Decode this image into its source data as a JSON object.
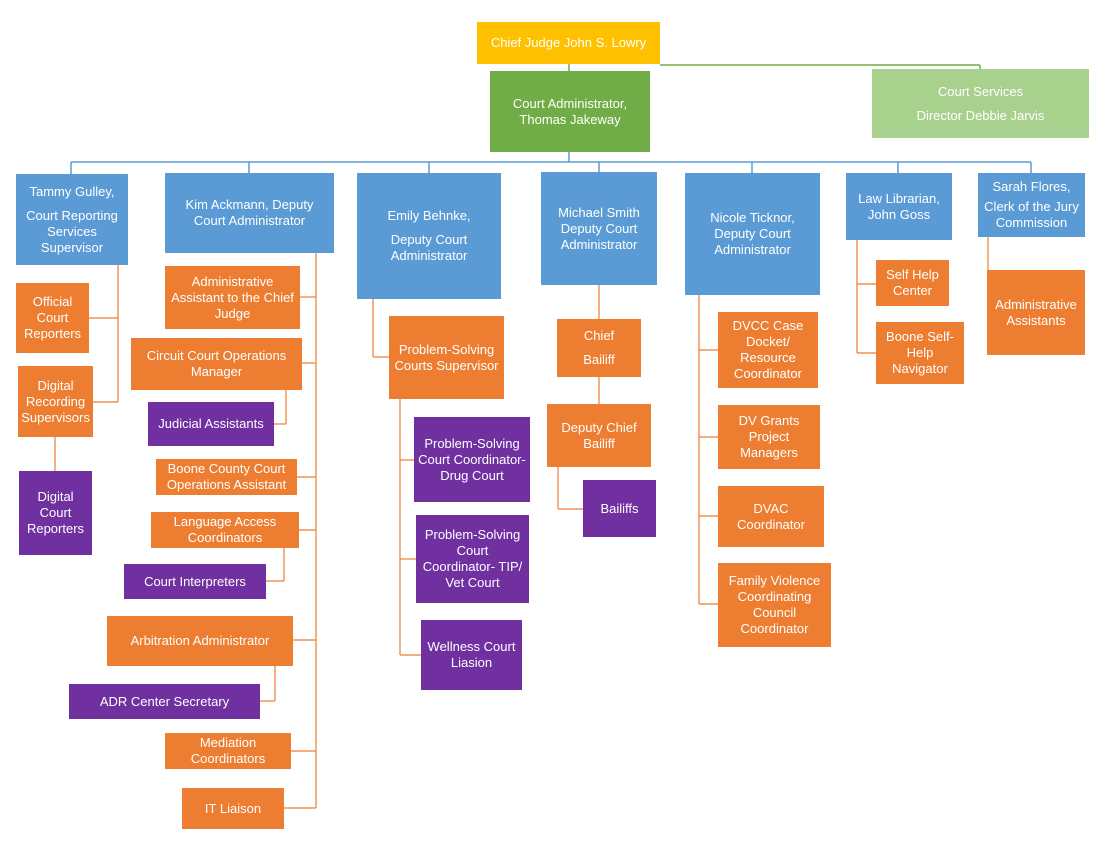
{
  "colors": {
    "gold": "#ffc000",
    "green": "#70ad47",
    "light_green": "#a9d18e",
    "blue": "#5b9bd5",
    "orange": "#ed7d31",
    "purple": "#7030a0",
    "line_blue": "#5b9bd5",
    "line_orange": "#ed7d31",
    "line_green": "#70ad47"
  },
  "top": {
    "chief_judge": "Chief Judge John S. Lowry",
    "court_administrator": [
      "Court Administrator,",
      "Thomas Jakeway"
    ],
    "court_services": [
      "Court Services",
      "Director Debbie Jarvis"
    ]
  },
  "tammy": {
    "head": [
      "Tammy Gulley,",
      "Court Reporting Services Supervisor"
    ],
    "official_court_reporters": "Official Court Reporters",
    "digital_recording_supervisors": "Digital Recording Supervisors",
    "digital_court_reporters": "Digital Court Reporters"
  },
  "kim": {
    "head": "Kim Ackmann, Deputy Court Administrator",
    "admin_assistant": "Administrative Assistant to the Chief Judge",
    "circuit_ops_manager": "Circuit Court Operations Manager",
    "judicial_assistants": "Judicial Assistants",
    "boone_ops_assistant": "Boone County Court Operations Assistant",
    "language_access": "Language Access Coordinators",
    "court_interpreters": "Court Interpreters",
    "arbitration_admin": "Arbitration Administrator",
    "adr_secretary": "ADR Center Secretary",
    "mediation": "Mediation Coordinators",
    "it_liaison": "IT Liaison"
  },
  "emily": {
    "head": [
      "Emily Behnke,",
      "Deputy Court Administrator"
    ],
    "psc_supervisor": "Problem-Solving Courts Supervisor",
    "drug_court": "Problem-Solving Court Coordinator- Drug Court",
    "tip_vet": "Problem-Solving Court Coordinator- TIP/ Vet Court",
    "wellness": "Wellness Court Liasion"
  },
  "michael": {
    "head": "Michael Smith Deputy Court Administrator",
    "chief_bailiff": [
      "Chief",
      "Bailiff"
    ],
    "deputy_chief_bailiff": "Deputy Chief Bailiff",
    "bailiffs": "Bailiffs"
  },
  "nicole": {
    "head": "Nicole Ticknor, Deputy Court Administrator",
    "dvcc": "DVCC Case Docket/ Resource Coordinator",
    "dv_grants": "DV Grants Project Managers",
    "dvac": "DVAC Coordinator",
    "family_violence": "Family Violence Coordinating Council Coordinator"
  },
  "law": {
    "head": "Law Librarian, John Goss",
    "self_help": "Self Help Center",
    "navigator": "Boone Self-Help Navigator"
  },
  "sarah": {
    "head": [
      "Sarah Flores,",
      "Clerk of the Jury Commission"
    ],
    "admin_assistants": "Administrative Assistants"
  }
}
